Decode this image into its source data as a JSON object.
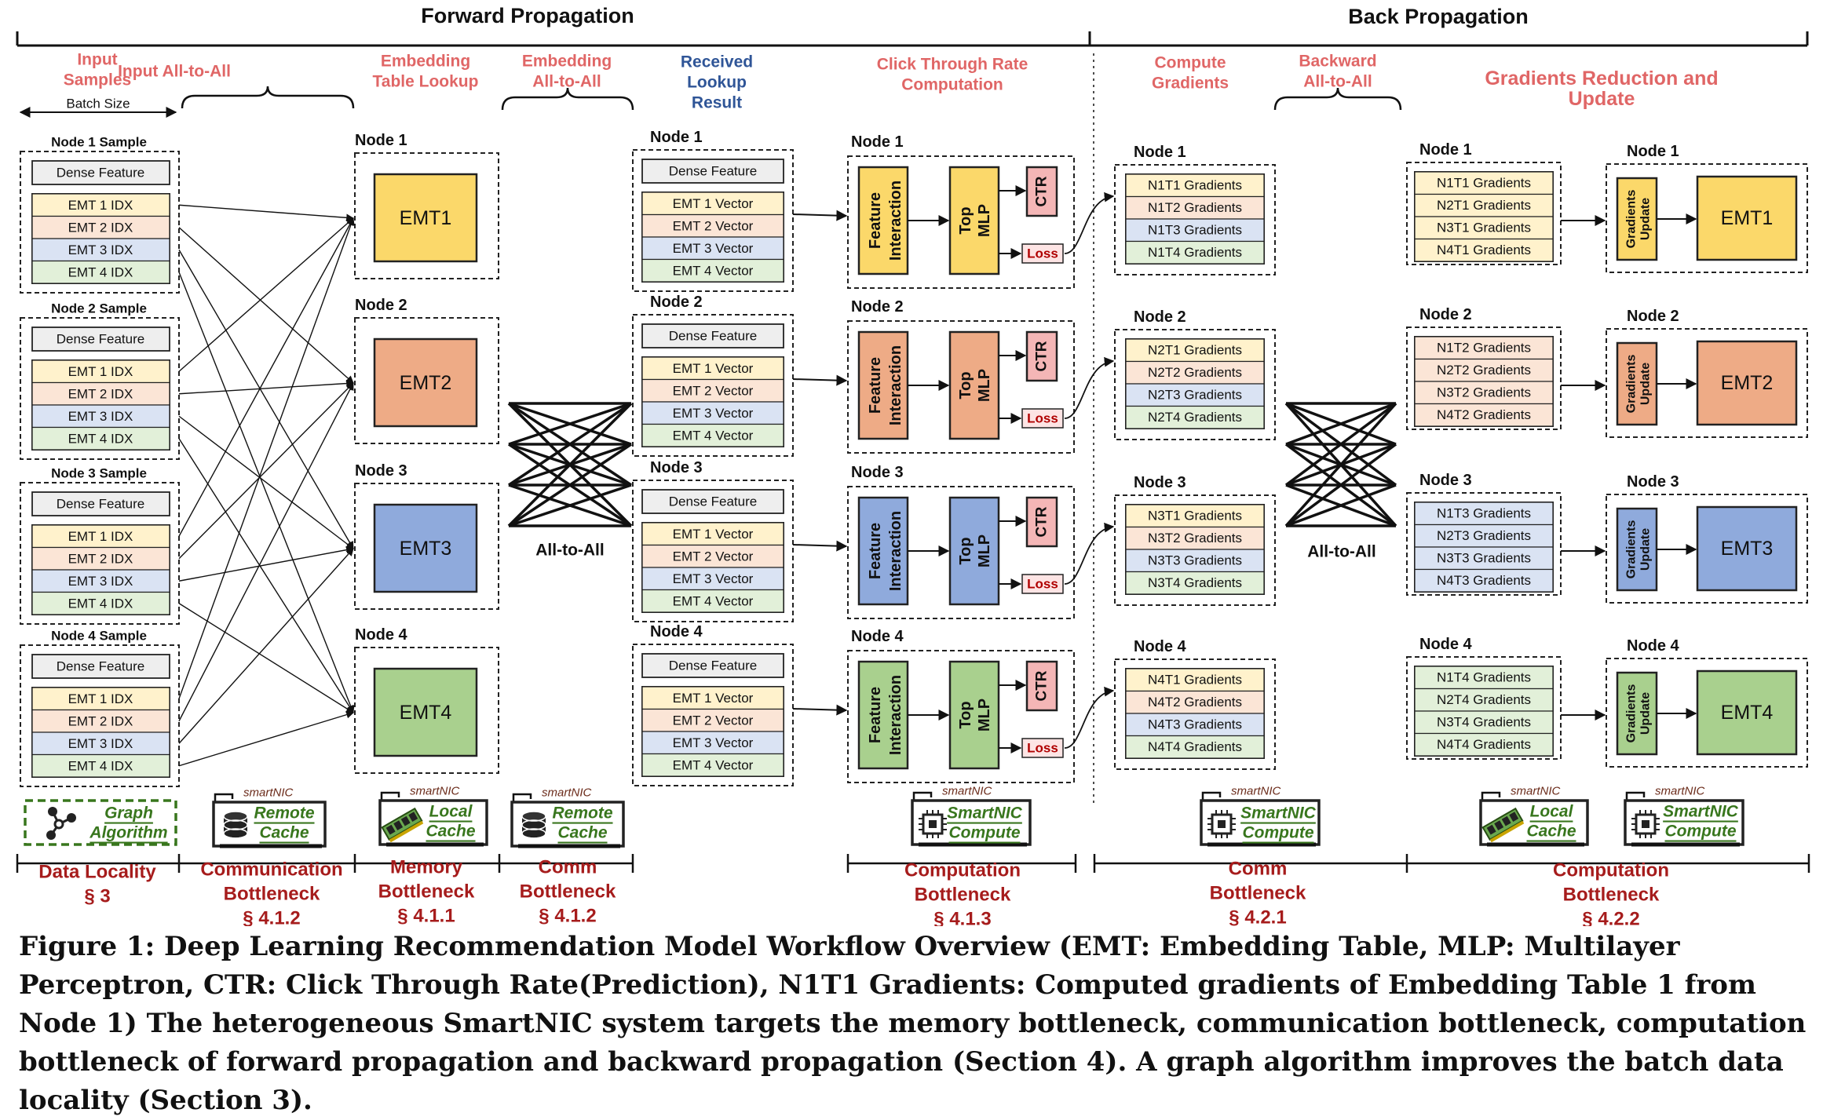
{
  "header": {
    "forward": "Forward Propagation",
    "back": "Back Propagation"
  },
  "stages": {
    "input_samples": "Input Samples",
    "batch_size": "Batch Size",
    "input_a2a": "Input All-to-All",
    "emb_lookup": "Embedding Table Lookup",
    "emb_a2a": "Embedding All-to-All",
    "received": "Received Lookup Result",
    "ctr_comp": "Click Through Rate Computation",
    "compute_grad": "Compute Gradients",
    "backward_a2a": "Backward All-to-All",
    "grad_reduce": "Gradients Reduction and Update"
  },
  "labels": {
    "dense": "Dense Feature",
    "emt_idx": [
      "EMT 1 IDX",
      "EMT 2 IDX",
      "EMT 3 IDX",
      "EMT 4 IDX"
    ],
    "emt_vec": [
      "EMT 1 Vector",
      "EMT 2 Vector",
      "EMT 3 Vector",
      "EMT 4 Vector"
    ],
    "emt": [
      "EMT1",
      "EMT2",
      "EMT3",
      "EMT4"
    ],
    "samples": [
      "Node 1 Sample",
      "Node 2 Sample",
      "Node 3 Sample",
      "Node 4 Sample"
    ],
    "nodes": [
      "Node 1",
      "Node 2",
      "Node 3",
      "Node 4"
    ],
    "feature_interaction": "Feature Interaction",
    "top_mlp": "Top MLP",
    "ctr": "CTR",
    "loss": "Loss",
    "a2a": "All-to-All",
    "grad_update": "Gradients Update",
    "compute_grads": [
      [
        "N1T1 Gradients",
        "N1T2 Gradients",
        "N1T3 Gradients",
        "N1T4 Gradients"
      ],
      [
        "N2T1 Gradients",
        "N2T2 Gradients",
        "N2T3 Gradients",
        "N2T4 Gradients"
      ],
      [
        "N3T1 Gradients",
        "N3T2 Gradients",
        "N3T3 Gradients",
        "N3T4 Gradients"
      ],
      [
        "N4T1 Gradients",
        "N4T2 Gradients",
        "N4T3 Gradients",
        "N4T4 Gradients"
      ]
    ],
    "reduce_grads": [
      [
        "N1T1 Gradients",
        "N2T1 Gradients",
        "N3T1 Gradients",
        "N4T1 Gradients"
      ],
      [
        "N1T2 Gradients",
        "N2T2 Gradients",
        "N3T2 Gradients",
        "N4T2 Gradients"
      ],
      [
        "N1T3 Gradients",
        "N2T3 Gradients",
        "N3T3 Gradients",
        "N4T3 Gradients"
      ],
      [
        "N1T4 Gradients",
        "N2T4 Gradients",
        "N3T4 Gradients",
        "N4T4 Gradients"
      ]
    ]
  },
  "badges": {
    "graph": [
      "Graph",
      "Algorithm"
    ],
    "smartnic": "smartNIC",
    "remote": [
      "Remote",
      "Cache"
    ],
    "local": [
      "Local",
      "Cache"
    ],
    "compute": [
      "SmartNIC",
      "Compute"
    ]
  },
  "bottlenecks": {
    "b1": [
      "Data Locality",
      "§ 3"
    ],
    "b2": [
      "Communication",
      "Bottleneck",
      "§ 4.1.2"
    ],
    "b3": [
      "Memory",
      "Bottleneck",
      "§ 4.1.1"
    ],
    "b4": [
      "Comm",
      "Bottleneck",
      "§ 4.1.2"
    ],
    "b5": [
      "Computation",
      "Bottleneck",
      "§ 4.1.3"
    ],
    "b6": [
      "Comm",
      "Bottleneck",
      "§ 4.2.1"
    ],
    "b7": [
      "Computation",
      "Bottleneck",
      "§ 4.2.2"
    ]
  },
  "caption": "Figure 1: Deep Learning Recommendation Model Workflow Overview (EMT: Embedding Table, MLP: Multilayer Perceptron, CTR: Click Through Rate(Prediction), N1T1 Gradients: Computed gradients of Embedding Table 1 from Node 1) The heterogeneous SmartNIC system targets the memory bottleneck, communication bottleneck, computation bottleneck of forward propagation and backward propagation (Section 4). A graph algorithm improves the batch data locality (Section 3).",
  "colors": {
    "emt": [
      "#fbd86a",
      "#eeab86",
      "#8faadc",
      "#a9d08e"
    ],
    "rows": [
      "#fff2cc",
      "#fbe5d6",
      "#dae3f3",
      "#e2f0d9"
    ],
    "stage_title": "#e06666",
    "received_title": "#2f5597",
    "bottleneck": "#a61c1c",
    "badge_green": "#38761d",
    "ctr": "#f4b6b6",
    "loss": "#fde4e4"
  }
}
